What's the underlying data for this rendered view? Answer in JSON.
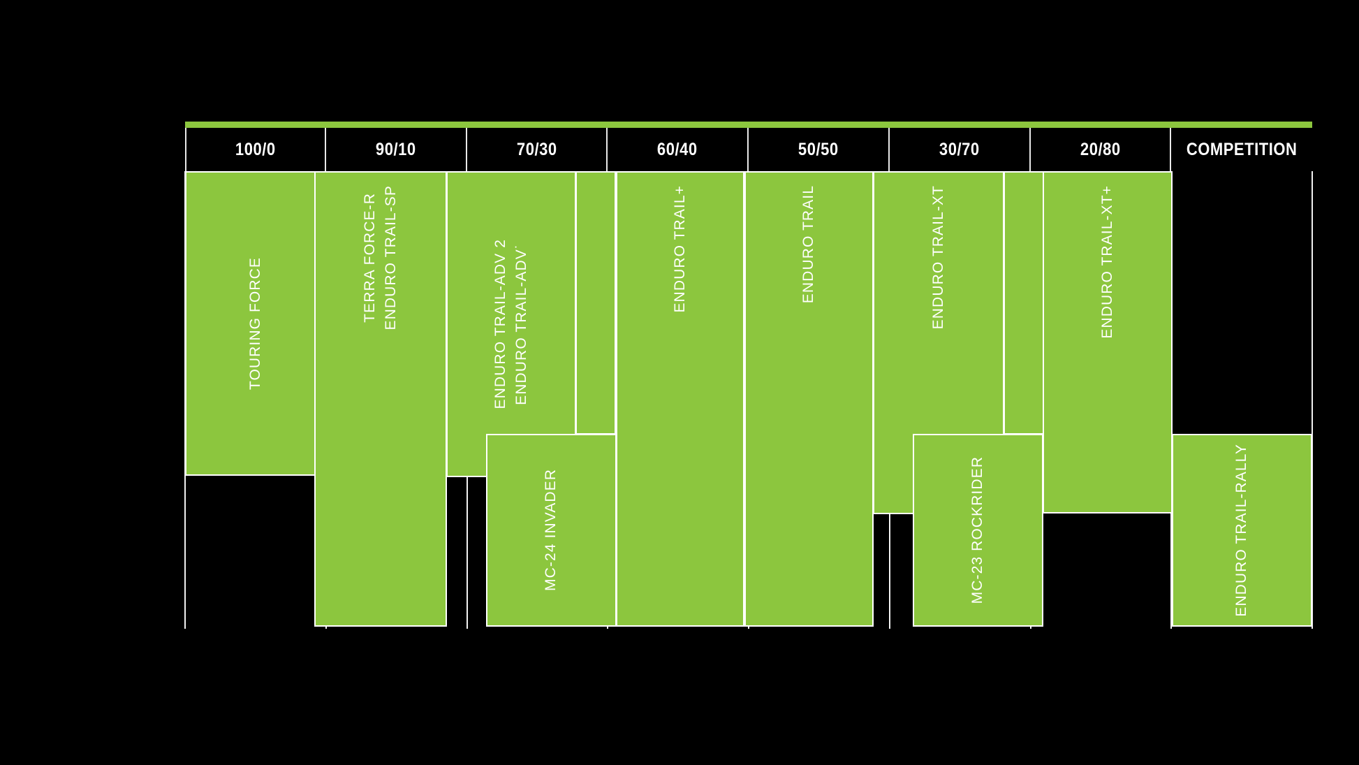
{
  "meta": {
    "background_color": "#000000",
    "bar_color": "#8cc63e",
    "bar_border_color": "#ffffff",
    "text_color": "#ffffff",
    "rule_color": "#8cc63e"
  },
  "header": {
    "columns": [
      {
        "id": "c100-0",
        "label": "100/0"
      },
      {
        "id": "c90-10",
        "label": "90/10"
      },
      {
        "id": "c70-30",
        "label": "70/30"
      },
      {
        "id": "c60-40",
        "label": "60/40"
      },
      {
        "id": "c50-50",
        "label": "50/50"
      },
      {
        "id": "c30-70",
        "label": "30/70"
      },
      {
        "id": "c20-80",
        "label": "20/80"
      },
      {
        "id": "ccompetition",
        "label": "COMPETITION"
      }
    ]
  },
  "chart_data": {
    "type": "bar",
    "title": "",
    "xlabel": "",
    "ylabel": "",
    "grid": false,
    "legend": "none",
    "orientation": "vertical-range-bars",
    "categories": [
      "100/0",
      "90/10",
      "70/30",
      "60/40",
      "50/50",
      "30/70",
      "20/80",
      "COMPETITION"
    ],
    "bars": [
      {
        "id": "bar-touring-force",
        "labels": [
          "TOURING FORCE"
        ],
        "x_pct": 0.0,
        "width_pct": 12.5,
        "top_pct": 0.0,
        "height_pct": 66.5
      },
      {
        "id": "bar-terra-force-r",
        "labels": [
          "TERRA FORCE-R",
          "ENDURO TRAIL-SP"
        ],
        "x_pct": 11.45,
        "width_pct": 11.8,
        "top_pct": 0.0,
        "height_pct": 99.5
      },
      {
        "id": "bar-enduro-trail-adv",
        "labels": [
          "ENDURO TRAIL-ADV 2",
          "ENDURO TRAIL-ADV˙"
        ],
        "x_pct": 23.2,
        "width_pct": 11.5,
        "top_pct": 0.0,
        "height_pct": 66.8
      },
      {
        "id": "bar-adv-extension",
        "labels": [],
        "x_pct": 34.65,
        "width_pct": 3.6,
        "top_pct": 0.0,
        "height_pct": 57.5
      },
      {
        "id": "bar-mc24-invader",
        "labels": [
          "MC-24 INVADER"
        ],
        "x_pct": 26.7,
        "width_pct": 11.6,
        "top_pct": 57.4,
        "height_pct": 42.1
      },
      {
        "id": "bar-enduro-trail-plus",
        "labels": [
          "ENDURO TRAIL+"
        ],
        "x_pct": 38.2,
        "width_pct": 11.45,
        "top_pct": 0.0,
        "height_pct": 99.5
      },
      {
        "id": "bar-enduro-trail",
        "labels": [
          "ENDURO TRAIL"
        ],
        "x_pct": 49.6,
        "width_pct": 11.5,
        "top_pct": 0.0,
        "height_pct": 99.5
      },
      {
        "id": "bar-enduro-trail-xt",
        "labels": [
          "ENDURO TRAIL-XT"
        ],
        "x_pct": 61.05,
        "width_pct": 11.6,
        "top_pct": 0.0,
        "height_pct": 75.0
      },
      {
        "id": "bar-xt-extension",
        "labels": [],
        "x_pct": 72.6,
        "width_pct": 3.6,
        "top_pct": 0.0,
        "height_pct": 57.5
      },
      {
        "id": "bar-mc23-rockrider",
        "labels": [
          "MC-23 ROCKRIDER"
        ],
        "x_pct": 64.55,
        "width_pct": 11.6,
        "top_pct": 57.4,
        "height_pct": 42.1
      },
      {
        "id": "bar-enduro-trail-xt-plus",
        "labels": [
          "ENDURO TRAIL-XT+"
        ],
        "x_pct": 76.1,
        "width_pct": 11.5,
        "top_pct": 0.0,
        "height_pct": 74.8
      },
      {
        "id": "bar-enduro-trail-rally",
        "labels": [
          "ENDURO TRAIL-RALLY"
        ],
        "x_pct": 87.55,
        "width_pct": 12.45,
        "top_pct": 57.4,
        "height_pct": 42.1
      }
    ]
  }
}
